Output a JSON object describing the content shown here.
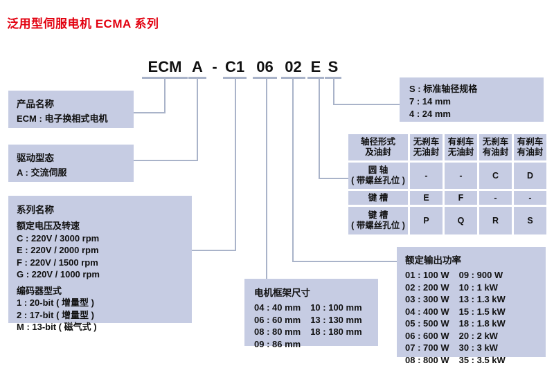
{
  "page_title": "泛用型伺服电机 ECMA 系列",
  "model_code": {
    "segments": [
      {
        "text": "ECM"
      },
      {
        "text": "A"
      },
      {
        "text": "-"
      },
      {
        "text": "C1"
      },
      {
        "text": "06"
      },
      {
        "text": "02"
      },
      {
        "text": "E"
      },
      {
        "text": "S"
      }
    ]
  },
  "product_name_box": {
    "title": "产品名称",
    "item": "ECM : 电子换相式电机"
  },
  "drive_type_box": {
    "title": "驱动型态",
    "item": "A : 交流伺服"
  },
  "series_box": {
    "title": "系列名称",
    "voltage_header": "额定电压及转速",
    "voltage_items": [
      "C : 220V / 3000 rpm",
      "E : 220V / 2000 rpm",
      "F : 220V / 1500 rpm",
      "G : 220V / 1000 rpm"
    ],
    "encoder_header": "编码器型式",
    "encoder_items": [
      "1 : 20-bit ( 增量型 )",
      "2 : 17-bit ( 增量型 )",
      "M : 13-bit ( 磁气式 )"
    ]
  },
  "frame_size_box": {
    "title": "电机框架尺寸",
    "col1": [
      "04 : 40 mm",
      "06 : 60 mm",
      "08 : 80 mm",
      "09 : 86 mm"
    ],
    "col2": [
      "10 : 100 mm",
      "13 : 130 mm",
      "18 : 180 mm"
    ]
  },
  "power_box": {
    "title": "额定输出功率",
    "col1": [
      "01 : 100 W",
      "02 : 200 W",
      "03 : 300 W",
      "04 : 400 W",
      "05 : 500 W",
      "06 : 600 W",
      "07 : 700 W",
      "08 : 800 W"
    ],
    "col2": [
      "09 : 900 W",
      "10 : 1 kW",
      "13 : 1.3 kW",
      "15 : 1.5 kW",
      "18 : 1.8 kW",
      "20 : 2 kW",
      "30 : 3 kW",
      "35 : 3.5 kW"
    ]
  },
  "shaft_table": {
    "corner": {
      "line1": "轴径形式",
      "line2": "及油封"
    },
    "col_headers": [
      {
        "line1": "无刹车",
        "line2": "无油封"
      },
      {
        "line1": "有刹车",
        "line2": "无油封"
      },
      {
        "line1": "无刹车",
        "line2": "有油封"
      },
      {
        "line1": "有刹车",
        "line2": "有油封"
      }
    ],
    "rows": [
      {
        "label1": "圆 轴",
        "label2": "( 带螺丝孔位 )",
        "values": [
          "-",
          "-",
          "C",
          "D"
        ]
      },
      {
        "label1": "键 槽",
        "label2": "",
        "values": [
          "E",
          "F",
          "-",
          "-"
        ]
      },
      {
        "label1": "键 槽",
        "label2": "( 带螺丝孔位 )",
        "values": [
          "P",
          "Q",
          "R",
          "S"
        ]
      }
    ]
  },
  "shaft_spec_box": {
    "items": [
      "S : 标准轴径规格",
      "7 : 14 mm",
      "4 : 24 mm"
    ]
  },
  "colors": {
    "box_fill": "#c6cce3",
    "connector_line": "#a9b3c9",
    "title_red": "#e2000f"
  }
}
